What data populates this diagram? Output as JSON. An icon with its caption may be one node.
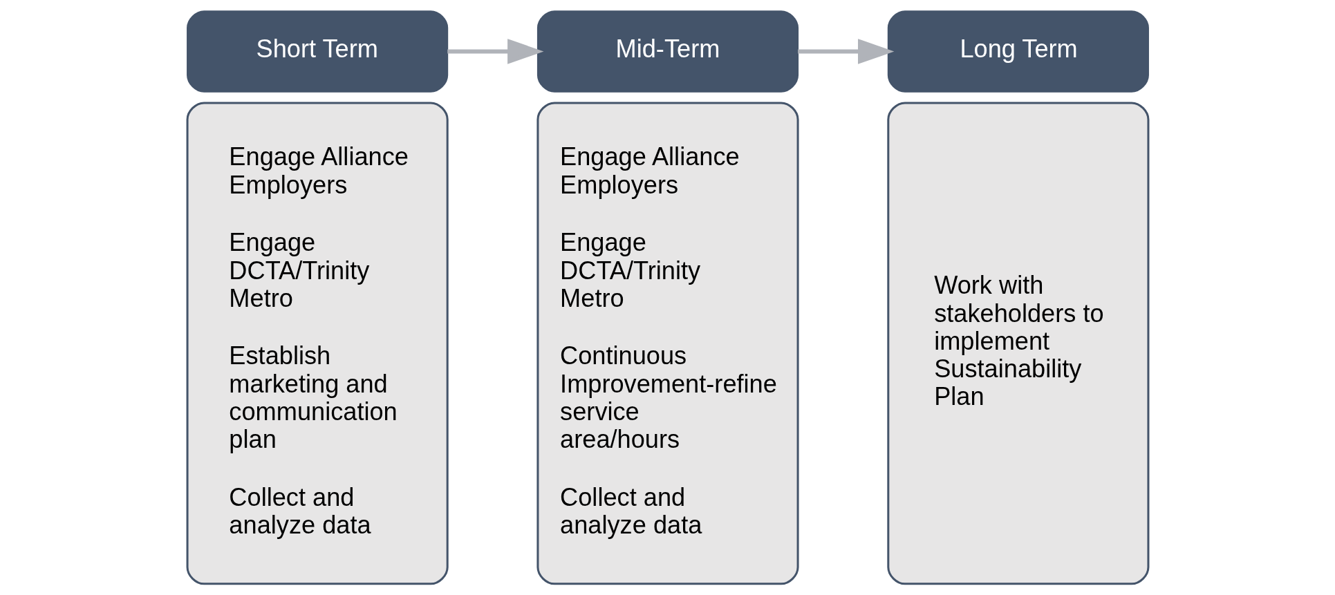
{
  "diagram": {
    "nodes": [
      {
        "text": [
          "Short Term"
        ]
      },
      {
        "text": [
          "Engage Alliance Employers",
          "Engage DCTA/Trinity Metro",
          "Establish marketing and communication plan",
          "Collect and analyze data"
        ]
      },
      {
        "text": [
          "Mid-Term"
        ]
      },
      {
        "text": [
          "Engage Alliance Employers",
          "Engage DCTA/Trinity Metro",
          "Continuous Improvement-refine service area/hours",
          "Collect and analyze data"
        ]
      },
      {
        "text": [
          "Long Term"
        ]
      },
      {
        "text": [
          "Work with stakeholders to implement Sustainability Plan"
        ]
      }
    ],
    "edges": [
      {
        "from": 0,
        "to": 2,
        "arrow": "to"
      },
      {
        "from": 2,
        "to": 4,
        "arrow": "to"
      }
    ]
  }
}
